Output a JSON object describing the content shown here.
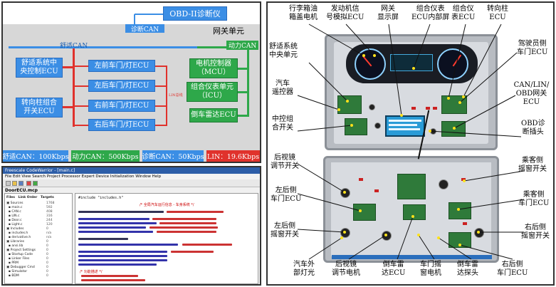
{
  "panel_network": {
    "obd_box": "OBD-II诊断仪",
    "diag_can_top": "诊断CAN",
    "gateway_title": "网关单元",
    "comfort_can_label": "舒适CAN",
    "power_can_label": "动力CAN",
    "comfort_central": "舒适系统中\n央控制ECU",
    "steering_switch": "转向柱组合\n开关ECU",
    "door_ecus": [
      "左前车门/灯ECU",
      "左后车门/灯ECU",
      "右前车门/灯ECU",
      "右后车门/灯ECU"
    ],
    "lin_small": "LIN总线",
    "engine_ecu": "电机控制器\n（MCU）",
    "cluster_ecu": "组合仪表单元\n（ICU）",
    "radar_ecu": "倒车雷达ECU",
    "status": {
      "comfort": "舒适CAN：100Kbps",
      "power": "动力CAN：500Kbps",
      "diag": "诊断CAN：50Kbps",
      "lin": "LIN：19.6Kbps"
    },
    "colors": {
      "comfort": "#3b8ee5",
      "power": "#2ea84a",
      "diag": "#3b8ee5",
      "lin": "#e0322c",
      "can_line": "#e0322c"
    }
  },
  "panel_ide": {
    "title": "Freescale CodeWarrior - [main.c]",
    "menu": "File  Edit  View  Search  Project  Processor Expert  Device Initialization  Window  Help",
    "project_tab": "DoorECU.mcp",
    "include_line": "#include \"includes.h\"",
    "comment_lines": [
      "/* 全局汽车运行信息 - 车身系统 */",
      "/* 功能描述 */"
    ]
  },
  "panel_trainer": {
    "labels": {
      "trunk_motor": "行李箱油\n箱盖电机",
      "engine_sim": "发动机信\n号模拟ECU",
      "gateway_screen": "网关\n显示屏",
      "cluster_screen": "组合仪表\nECU内部屏",
      "cluster_ecu": "组合仪\n表ECU",
      "steering_col": "转向柱\nECU",
      "comfort_central": "舒适系统\n中央单元",
      "driver_door": "驾驶员侧\n车门ECU",
      "remote": "汽车\n遥控器",
      "gateway_ecu": "CAN/LIN/\nOBD网关ECU",
      "central_lock": "中控组\n合开关",
      "obd_socket": "OBD诊\n断插头",
      "mirror_switch": "后视镜\n调节开关",
      "passenger_window_sw": "乘客侧\n摇窗开关",
      "left_rear_door": "左后侧\n车门ECU",
      "passenger_door": "乘客侧\n车门ECU",
      "left_rear_window": "左后侧\n摇窗开关",
      "right_rear_window": "右后侧\n摇窗开关",
      "ext_lights": "汽车外\n部灯光",
      "mirror_motor": "后视镜\n调节电机",
      "radar_ecu": "倒车雷\n达ECU",
      "window_motor": "车门摇\n窗电机",
      "radar_probe": "倒车雷\n达探头",
      "right_rear_door": "右后侧\n车门ECU"
    },
    "colors": {
      "case": "#b8bcc2",
      "panel": "#d8dbe0",
      "pcb": "#2f7a3a",
      "dot": "#ffe21a"
    }
  }
}
